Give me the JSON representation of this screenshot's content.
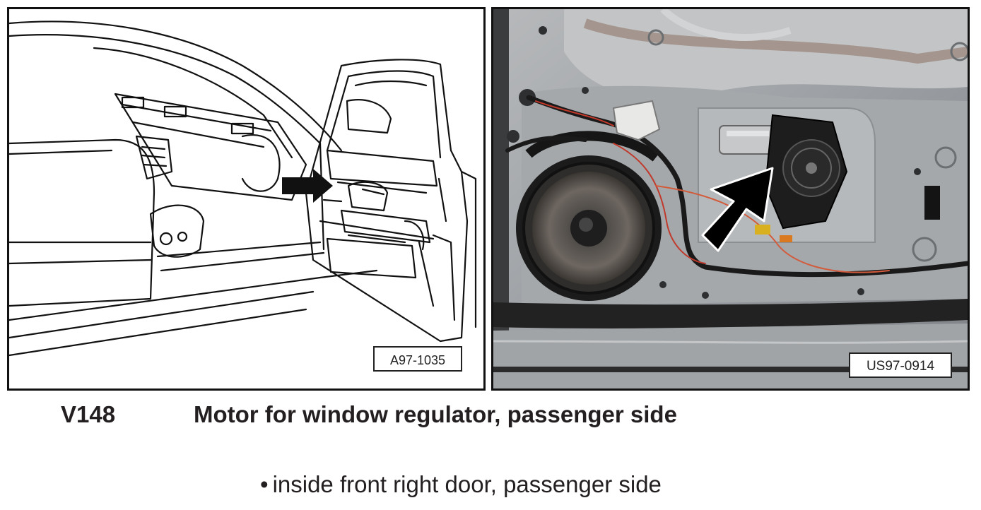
{
  "figures": {
    "left": {
      "label": "A97-1035"
    },
    "right": {
      "label": "US97-0914"
    }
  },
  "caption": {
    "code": "V148",
    "description": "Motor for window regulator, passenger side"
  },
  "location": {
    "bullet": "•",
    "text": "inside front right door, passenger side"
  }
}
